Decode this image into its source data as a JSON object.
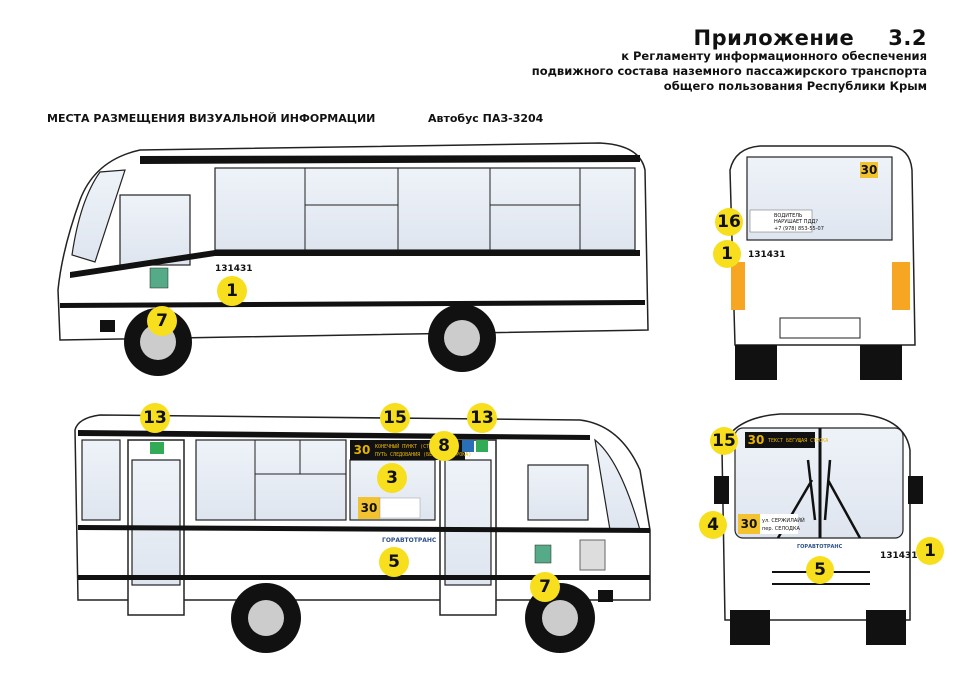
{
  "header": {
    "title": "Приложение",
    "number": "3.2",
    "subtitle": [
      "к Регламенту информационного обеспечения",
      "подвижного состава наземного пассажирского транспорта",
      "общего пользования Республики Крым"
    ]
  },
  "section_label": "МЕСТА РАЗМЕЩЕНИЯ ВИЗУАЛЬНОЙ ИНФОРМАЦИИ",
  "bus_model": "Автобус ПАЗ-3204",
  "plate": "131431",
  "route": "30",
  "led_text": "КОНЕЧНЫЙ ПУНКТ (СТАТИЧ.)",
  "led_text2": "ПУТЬ СЛЕДОВАНИЯ (БЕГУЩАЯ СТРОКА)",
  "front_led": "ТЕКСТ БЕГУЩАЯ СТРОКА",
  "front_sign": [
    "ул. СЕРЖИЛАЙЙ",
    "пер. СЕЛОДКА"
  ],
  "rear_sign": [
    "ВОДИТЕЛЬ",
    "НАРУШАЕТ ПДД?",
    "+7 (978) 853-55-07"
  ],
  "brand": "ГОРАВТОТРАНС",
  "markers": {
    "side_top": [
      "1",
      "7"
    ],
    "side_bottom": [
      "13",
      "15",
      "13",
      "8",
      "3",
      "5",
      "7"
    ],
    "rear": [
      "16",
      "1"
    ],
    "front": [
      "15",
      "4",
      "1",
      "5"
    ]
  },
  "colors": {
    "marker": "#f7df1e",
    "route_plate": "#f2c230"
  }
}
